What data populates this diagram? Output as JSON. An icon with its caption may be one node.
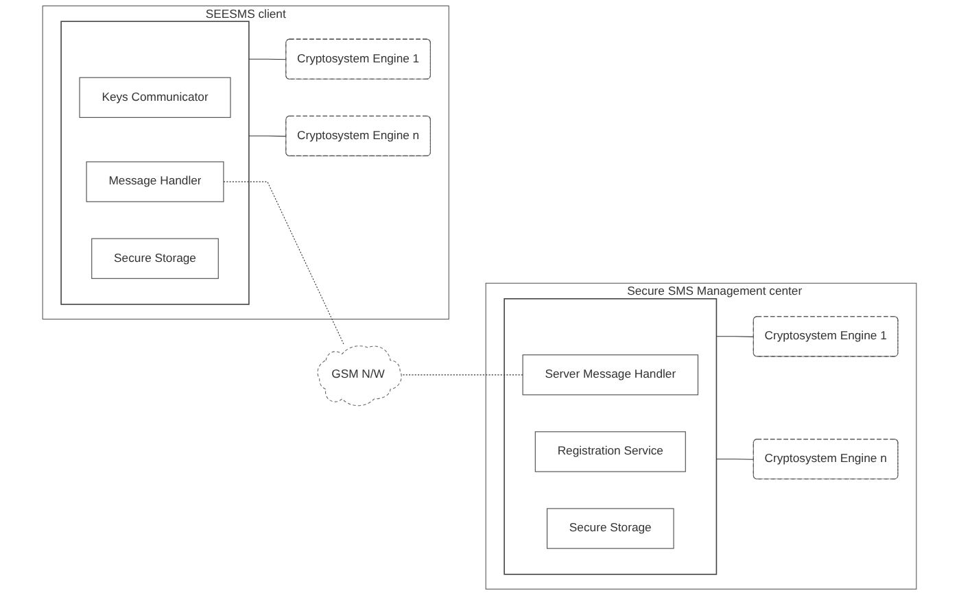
{
  "diagram": {
    "nodes": [
      {
        "text": [
          "SEESMS client"
        ]
      },
      {
        "text": [],
        "shape": "box",
        "in": 0
      },
      {
        "text": [
          "Keys Communicator"
        ],
        "in": 1
      },
      {
        "text": [
          "Message Handler"
        ],
        "in": 1
      },
      {
        "text": [
          "Secure Storage"
        ],
        "in": 1
      },
      {
        "text": [
          "Cryptosystem Engine 1"
        ],
        "in": 0
      },
      {
        "text": [
          "Cryptosystem Engine n"
        ],
        "in": 0
      },
      {
        "text": [
          "GSM N/W"
        ]
      },
      {
        "text": [
          "Secure SMS Management center"
        ]
      },
      {
        "text": [],
        "shape": "box",
        "in": 8
      },
      {
        "text": [
          "Server Message Handler"
        ],
        "in": 9
      },
      {
        "text": [
          "Registration Service"
        ],
        "in": 9
      },
      {
        "text": [
          "Secure Storage"
        ],
        "in": 9
      },
      {
        "text": [
          "Cryptosystem Engine 1"
        ],
        "in": 8
      },
      {
        "text": [
          "Cryptosystem Engine n"
        ],
        "in": 8
      }
    ],
    "edges": [
      {
        "from": 3,
        "to": 7,
        "arrow": "none",
        "style": "dashed"
      },
      {
        "from": 7,
        "to": 10,
        "arrow": "none",
        "style": "dashed"
      },
      {
        "from": 1,
        "to": 5,
        "arrow": "none"
      },
      {
        "from": 1,
        "to": 6,
        "arrow": "none"
      },
      {
        "from": 9,
        "to": 13,
        "arrow": "none"
      },
      {
        "from": 9,
        "to": 14,
        "arrow": "none"
      }
    ]
  }
}
